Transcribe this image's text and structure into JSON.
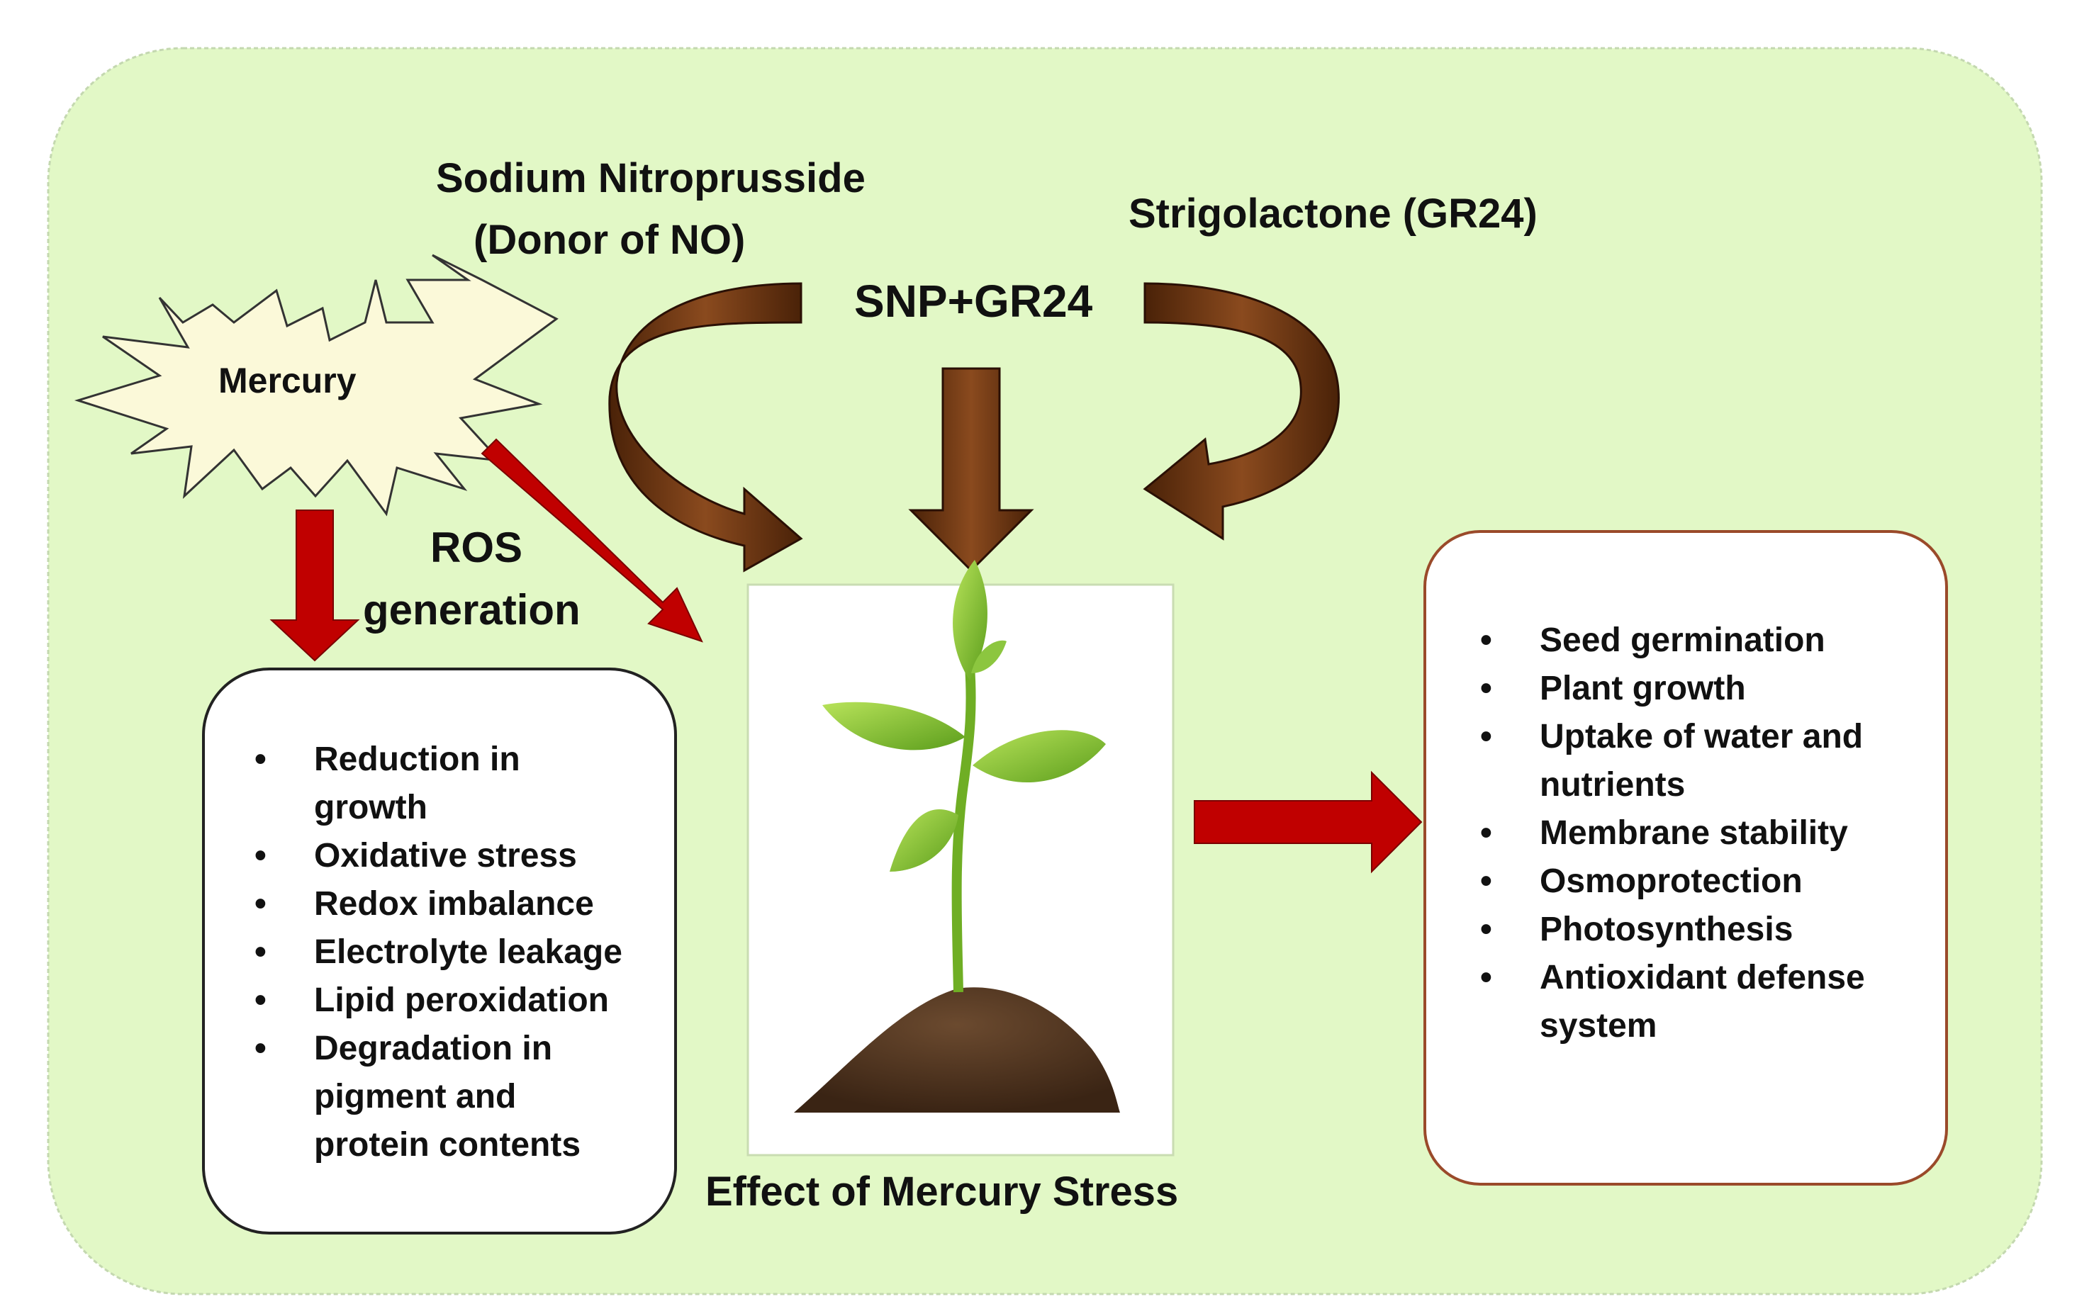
{
  "diagram": {
    "inducer_label": "Sodium Nitroprusside",
    "inducer_sublabel": "(Donor of NO)",
    "strigolactone_label": "Strigolactone (GR24)",
    "combo_label": "SNP+GR24",
    "stressor_label": "Mercury",
    "ros_label_line1": "ROS",
    "ros_label_line2": "generation",
    "center_caption": "Effect of Mercury Stress",
    "bullet_char": "•",
    "negative_effects": [
      "Reduction in",
      "growth",
      "Oxidative stress",
      "Redox imbalance",
      "Electrolyte leakage",
      "Lipid peroxidation",
      "Degradation in",
      "pigment and",
      "protein contents"
    ],
    "positive_effects": [
      "Seed germination",
      "Plant growth",
      "Uptake of water and",
      "nutrients",
      "Membrane stability",
      "Osmoprotection",
      "Photosynthesis",
      "Antioxidant defense",
      "system"
    ],
    "colors": {
      "background": "#e2f8c6",
      "brown_arrow": "#6e3410",
      "red_arrow": "#c00000",
      "star_fill": "#fbf9d9",
      "indicator_arrow": "#5b9bd5"
    }
  }
}
